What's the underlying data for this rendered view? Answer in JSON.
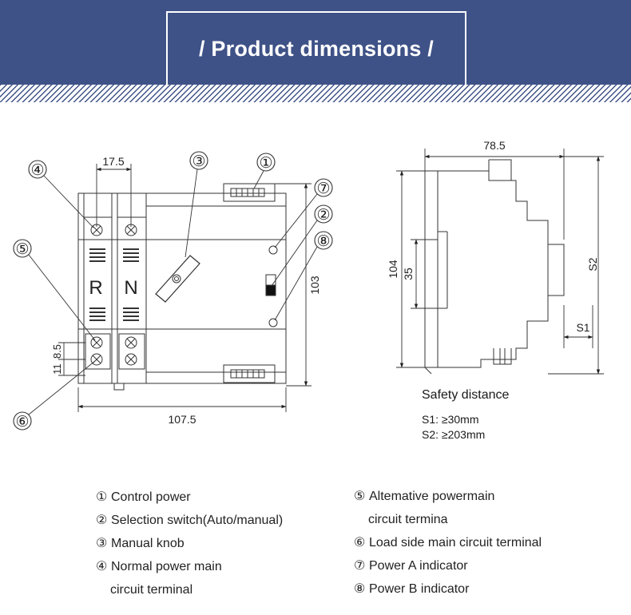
{
  "header": {
    "title": "/ Product dimensions /"
  },
  "front_view": {
    "callouts": [
      "④",
      "③",
      "①",
      "⑦",
      "②",
      "⑧",
      "⑤",
      "⑥"
    ],
    "pole_labels": [
      "R",
      "N"
    ],
    "dims": {
      "pitch": "17.5",
      "height": "103",
      "width": "107.5",
      "term_a": "8.5",
      "term_b": "11"
    }
  },
  "side_view": {
    "dims": {
      "depth": "78.5",
      "height": "104",
      "mid": "35",
      "s2": "S2",
      "s1": "S1"
    }
  },
  "safety": {
    "title": "Safety distance",
    "s1": "S1: ≥30mm",
    "s2": "S2: ≥203mm"
  },
  "legend_left": [
    {
      "num": "①",
      "text": "Control power"
    },
    {
      "num": "②",
      "text": "Selection switch(Auto/manual)"
    },
    {
      "num": "③",
      "text": "Manual knob"
    },
    {
      "num": "④",
      "text": "Normal power main",
      "cont": "circuit terminal"
    }
  ],
  "legend_right": [
    {
      "num": "⑤",
      "text": "Altemative powermain",
      "cont": "circuit termina"
    },
    {
      "num": "⑥",
      "text": "Load side main circuit terminal"
    },
    {
      "num": "⑦",
      "text": "Power A indicator"
    },
    {
      "num": "⑧",
      "text": "Power B indicator"
    }
  ]
}
